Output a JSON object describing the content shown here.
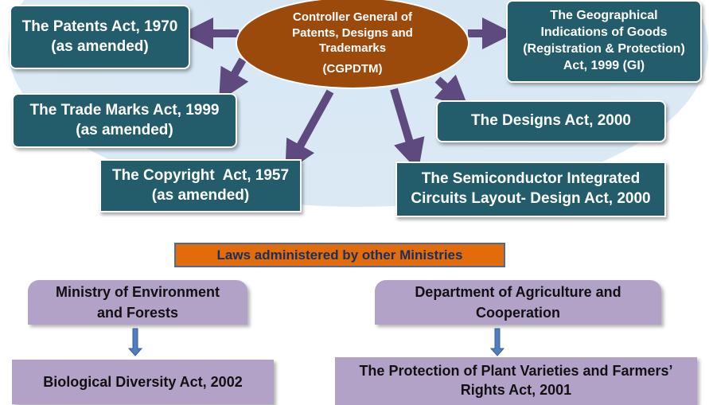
{
  "center": {
    "line1": "Controller General of",
    "line2": "Patents, Designs and",
    "line3": "Trademarks",
    "abbr": "(CGPDTM)"
  },
  "acts": {
    "patents": {
      "line1": "The Patents Act, 1970",
      "line2": "(as amended)"
    },
    "trademarks": {
      "line1": "The Trade Marks Act, 1999",
      "line2": "(as amended)"
    },
    "copyright": {
      "line1": "The Copyright  Act, 1957",
      "line2": "(as amended)"
    },
    "gi": {
      "line1": "The Geographical",
      "line2": "Indications of Goods",
      "line3": "(Registration & Protection)",
      "line4": "Act, 1999 (GI)"
    },
    "designs": {
      "line1": "The Designs Act, 2000"
    },
    "semiconductor": {
      "line1": "The Semiconductor Integrated",
      "line2": "Circuits Layout- Design Act, 2000"
    }
  },
  "other": {
    "title": "Laws administered by other Ministries",
    "left": {
      "ministry_line1": "Ministry of Environment",
      "ministry_line2": "and Forests",
      "act": "Biological Diversity Act, 2002"
    },
    "right": {
      "ministry_line1": "Department of Agriculture and",
      "ministry_line2": "Cooperation",
      "act_line1": "The Protection of Plant Varieties and Farmers’",
      "act_line2": "Rights Act, 2001"
    }
  },
  "colors": {
    "teal": "#235c6a",
    "brown": "#9c4a0b",
    "orange": "#e36c0a",
    "lavender": "#b3a2c7",
    "arrow": "#5e4a7e"
  }
}
